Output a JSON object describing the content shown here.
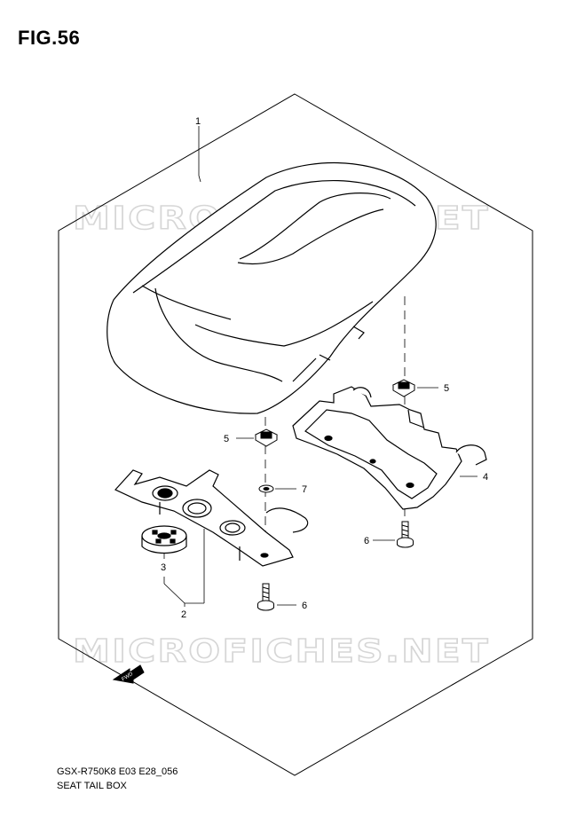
{
  "figure": {
    "title": "FIG.56",
    "model_code": "GSX-R750K8 E03 E28_056",
    "caption": "SEAT TAIL BOX"
  },
  "watermark": "MICROFICHES.NET",
  "fwd_label": "FWD",
  "callouts": [
    "1",
    "2",
    "3",
    "4",
    "5",
    "5",
    "6",
    "6",
    "7"
  ]
}
